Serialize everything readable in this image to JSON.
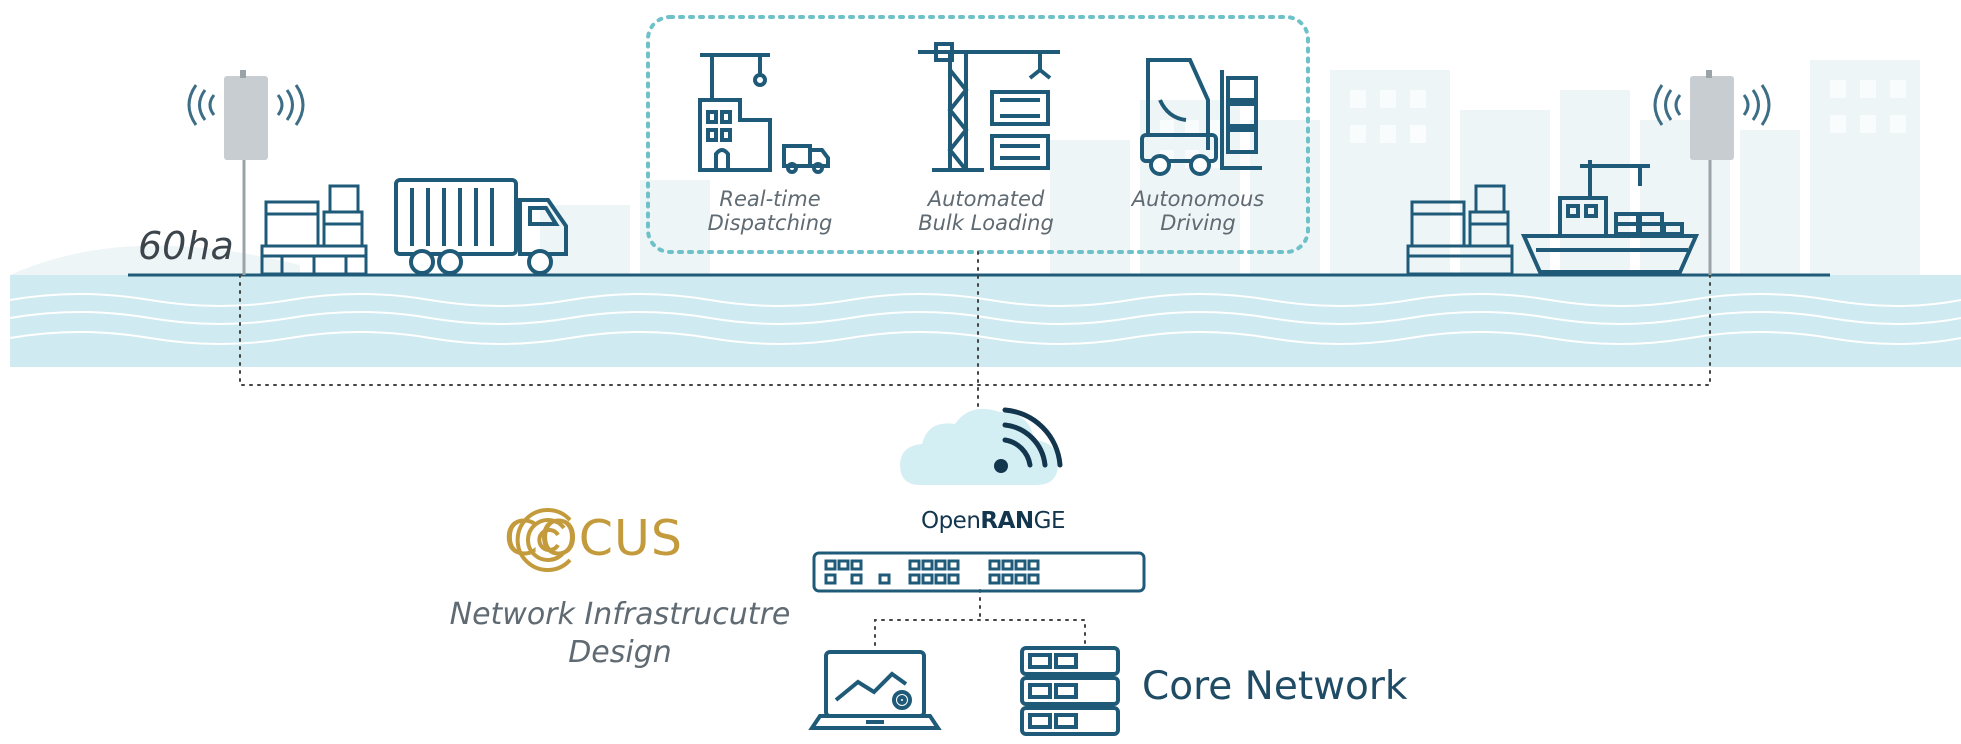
{
  "area": {
    "label": "60ha"
  },
  "use_cases": [
    {
      "label_line1": "Real-time",
      "label_line2": "Dispatching",
      "icon": "factory-crane-truck-icon"
    },
    {
      "label_line1": "Automated",
      "label_line2": "Bulk Loading",
      "icon": "crane-containers-icon"
    },
    {
      "label_line1": "Autonomous",
      "label_line2": "Driving",
      "icon": "forklift-icon"
    }
  ],
  "cocus": {
    "name": "COCUS",
    "caption_line1": "Network Infrastrucutre",
    "caption_line2": "Design"
  },
  "openrange": {
    "prefix": "Open",
    "bold": "RAN",
    "suffix": "GE"
  },
  "core_network": {
    "label": "Core Network"
  },
  "colors": {
    "dark_blue": "#1f5b78",
    "teal_dots": "#6fc1c9",
    "water": "#cfeaf0",
    "gold": "#c39b3c",
    "skyline": "#eef5f7"
  }
}
